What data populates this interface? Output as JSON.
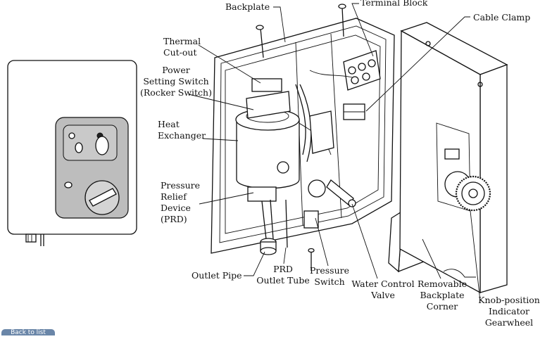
{
  "labels": {
    "backplate": "Backplate",
    "terminal_block": "Terminal Block",
    "cable_clamp": "Cable Clamp",
    "thermal_1": "Thermal",
    "thermal_2": "Cut-out",
    "power_1": "Power",
    "power_2": "Setting Switch",
    "power_3": "(Rocker Switch)",
    "heat_1": "Heat",
    "heat_2": "Exchanger",
    "prd_1": "Pressure",
    "prd_2": "Relief",
    "prd_3": "Device",
    "prd_4": "(PRD)",
    "outlet_pipe": "Outlet Pipe",
    "prd_outlet_1": "PRD",
    "prd_outlet_2": "Outlet Tube",
    "pressure_switch_1": "Pressure",
    "pressure_switch_2": "Switch",
    "water_valve_1": "Water Control",
    "water_valve_2": "Valve",
    "removable_1": "Removable",
    "removable_2": "Backplate",
    "removable_3": "Corner",
    "knob_1": "Knob-position",
    "knob_2": "Indicator",
    "knob_3": "Gearwheel"
  },
  "nav": {
    "back_label": "Back to list"
  }
}
